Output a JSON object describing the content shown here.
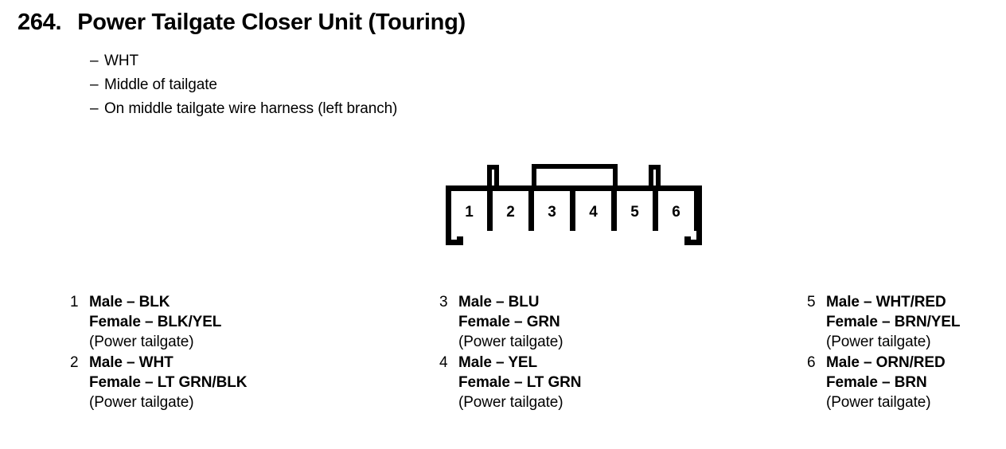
{
  "header": {
    "entry_number": "264.",
    "title": "Power Tailgate Closer Unit (Touring)"
  },
  "notes": {
    "dash": "–",
    "items": [
      "WHT",
      "Middle of tailgate",
      "On middle tailgate wire harness (left branch)"
    ]
  },
  "connector": {
    "cavity_labels": [
      "1",
      "2",
      "3",
      "4",
      "5",
      "6"
    ],
    "cavity_count": 6,
    "line_color": "#000000",
    "fill_color": "#ffffff"
  },
  "pins": {
    "columns": [
      {
        "entries": [
          {
            "number": "1",
            "male": "Male – BLK",
            "female": "Female – BLK/YEL",
            "circuit": "(Power tailgate)"
          },
          {
            "number": "2",
            "male": "Male – WHT",
            "female": "Female – LT GRN/BLK",
            "circuit": "(Power tailgate)"
          }
        ]
      },
      {
        "entries": [
          {
            "number": "3",
            "male": "Male – BLU",
            "female": "Female – GRN",
            "circuit": "(Power tailgate)"
          },
          {
            "number": "4",
            "male": "Male – YEL",
            "female": "Female – LT GRN",
            "circuit": "(Power tailgate)"
          }
        ]
      },
      {
        "entries": [
          {
            "number": "5",
            "male": "Male – WHT/RED",
            "female": "Female – BRN/YEL",
            "circuit": "(Power tailgate)"
          },
          {
            "number": "6",
            "male": "Male – ORN/RED",
            "female": "Female – BRN",
            "circuit": "(Power tailgate)"
          }
        ]
      }
    ]
  }
}
